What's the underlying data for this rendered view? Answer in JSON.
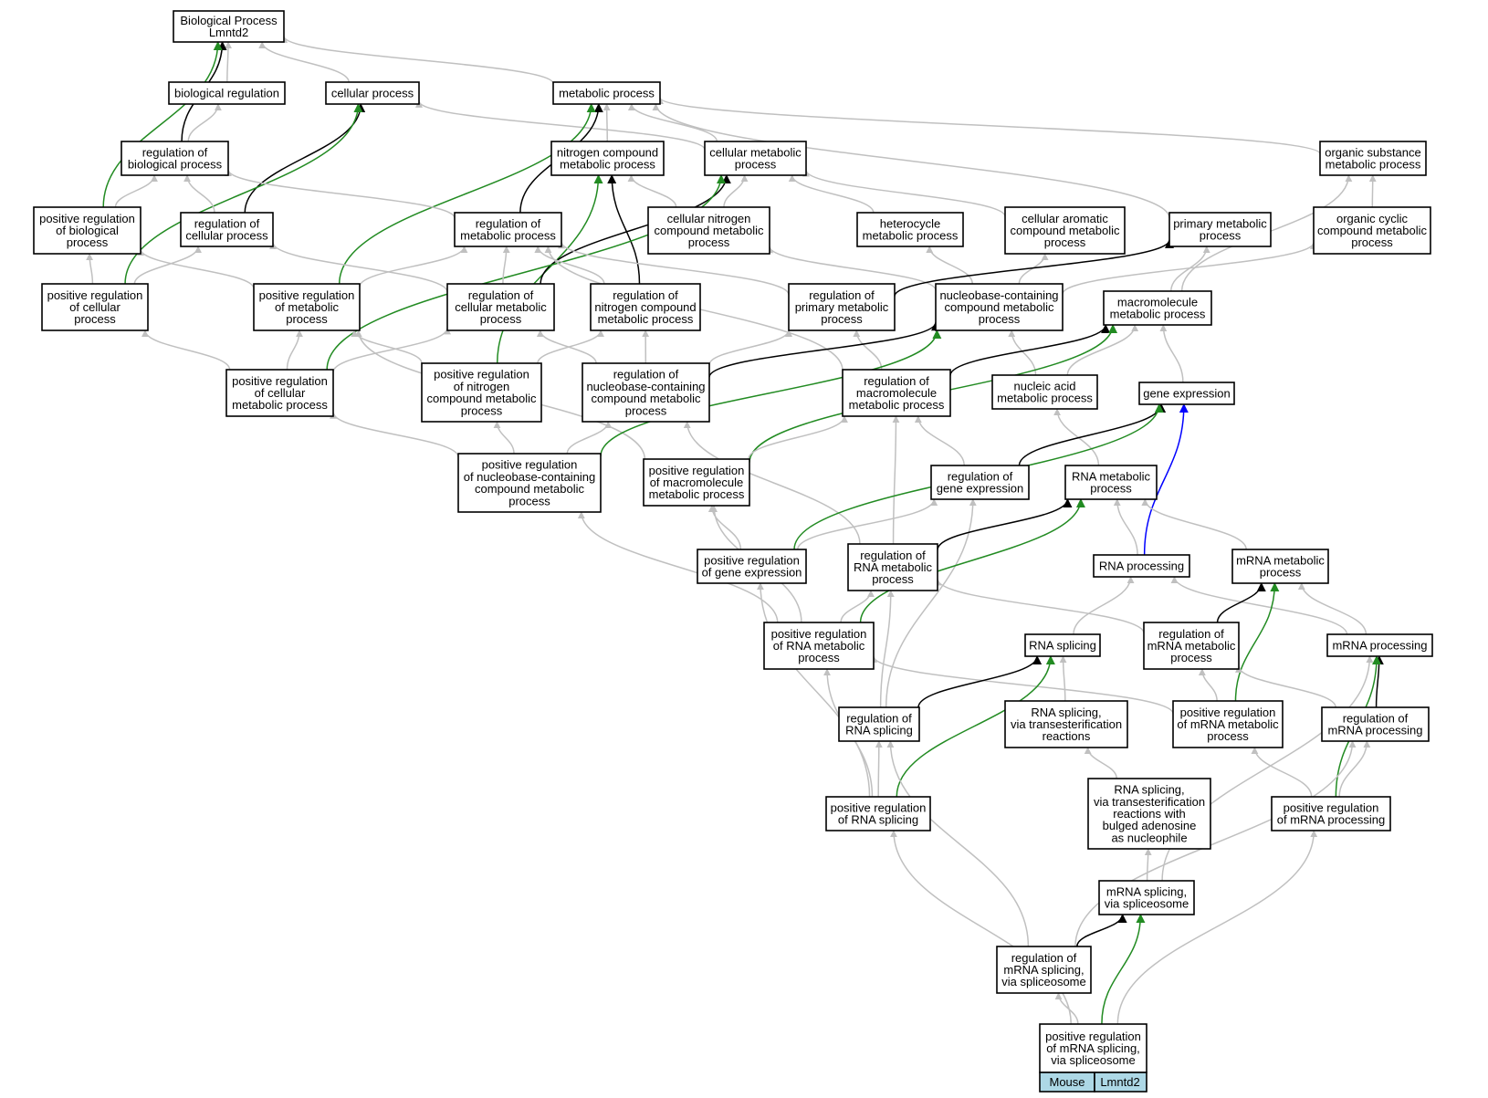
{
  "colors": {
    "is_a": "#c0c0c0",
    "regulates": "#000000",
    "positively_regulates": "#228b22",
    "part_of": "#0000ff",
    "species_fill": "#add8e6"
  },
  "nodes": [
    {
      "id": "root",
      "lines": [
        "Biological Process",
        "Lmntd2"
      ]
    },
    {
      "id": "bioreg",
      "lines": [
        "biological regulation"
      ]
    },
    {
      "id": "cellproc",
      "lines": [
        "cellular process"
      ]
    },
    {
      "id": "metproc",
      "lines": [
        "metabolic process"
      ]
    },
    {
      "id": "regbio",
      "lines": [
        "regulation of",
        "biological process"
      ]
    },
    {
      "id": "nitro",
      "lines": [
        "nitrogen compound",
        "metabolic process"
      ]
    },
    {
      "id": "cellmet",
      "lines": [
        "cellular metabolic",
        "process"
      ]
    },
    {
      "id": "orgsub",
      "lines": [
        "organic substance",
        "metabolic process"
      ]
    },
    {
      "id": "posregbio",
      "lines": [
        "positive regulation",
        "of biological",
        "process"
      ]
    },
    {
      "id": "regcell",
      "lines": [
        "regulation of",
        "cellular process"
      ]
    },
    {
      "id": "regmet",
      "lines": [
        "regulation of",
        "metabolic process"
      ]
    },
    {
      "id": "cellnitro",
      "lines": [
        "cellular nitrogen",
        "compound metabolic",
        "process"
      ]
    },
    {
      "id": "hetero",
      "lines": [
        "heterocycle",
        "metabolic process"
      ]
    },
    {
      "id": "cellarom",
      "lines": [
        "cellular aromatic",
        "compound metabolic",
        "process"
      ]
    },
    {
      "id": "primary",
      "lines": [
        "primary metabolic",
        "process"
      ]
    },
    {
      "id": "orgcyc",
      "lines": [
        "organic cyclic",
        "compound metabolic",
        "process"
      ]
    },
    {
      "id": "posregcell",
      "lines": [
        "positive regulation",
        "of cellular",
        "process"
      ]
    },
    {
      "id": "posregmet",
      "lines": [
        "positive regulation",
        "of metabolic",
        "process"
      ]
    },
    {
      "id": "regcellmet",
      "lines": [
        "regulation of",
        "cellular metabolic",
        "process"
      ]
    },
    {
      "id": "regnitro",
      "lines": [
        "regulation of",
        "nitrogen compound",
        "metabolic process"
      ]
    },
    {
      "id": "regprim",
      "lines": [
        "regulation of",
        "primary metabolic",
        "process"
      ]
    },
    {
      "id": "nucbase",
      "lines": [
        "nucleobase-containing",
        "compound metabolic",
        "process"
      ]
    },
    {
      "id": "macro",
      "lines": [
        "macromolecule",
        "metabolic process"
      ]
    },
    {
      "id": "posregcellmet",
      "lines": [
        "positive regulation",
        "of cellular",
        "metabolic process"
      ]
    },
    {
      "id": "posregnitro",
      "lines": [
        "positive regulation",
        "of nitrogen",
        "compound metabolic",
        "process"
      ]
    },
    {
      "id": "regnucbase",
      "lines": [
        "regulation of",
        "nucleobase-containing",
        "compound metabolic",
        "process"
      ]
    },
    {
      "id": "regmacro",
      "lines": [
        "regulation of",
        "macromolecule",
        "metabolic process"
      ]
    },
    {
      "id": "nucacid",
      "lines": [
        "nucleic acid",
        "metabolic process"
      ]
    },
    {
      "id": "geneexp",
      "lines": [
        "gene expression"
      ]
    },
    {
      "id": "posregnucbase",
      "lines": [
        "positive regulation",
        "of nucleobase-containing",
        "compound metabolic",
        "process"
      ]
    },
    {
      "id": "posregmacro",
      "lines": [
        "positive regulation",
        "of macromolecule",
        "metabolic process"
      ]
    },
    {
      "id": "reggeneexp",
      "lines": [
        "regulation of",
        "gene expression"
      ]
    },
    {
      "id": "rnamet",
      "lines": [
        "RNA metabolic",
        "process"
      ]
    },
    {
      "id": "posreggeneexp",
      "lines": [
        "positive regulation",
        "of gene expression"
      ]
    },
    {
      "id": "regrnamet",
      "lines": [
        "regulation of",
        "RNA metabolic",
        "process"
      ]
    },
    {
      "id": "rnaproc",
      "lines": [
        "RNA processing"
      ]
    },
    {
      "id": "mrnamet",
      "lines": [
        "mRNA metabolic",
        "process"
      ]
    },
    {
      "id": "posregrnamet",
      "lines": [
        "positive regulation",
        "of RNA metabolic",
        "process"
      ]
    },
    {
      "id": "rnasplice",
      "lines": [
        "RNA splicing"
      ]
    },
    {
      "id": "regmrnamet",
      "lines": [
        "regulation of",
        "mRNA metabolic",
        "process"
      ]
    },
    {
      "id": "mrnaproc",
      "lines": [
        "mRNA processing"
      ]
    },
    {
      "id": "regrnasplice",
      "lines": [
        "regulation of",
        "RNA splicing"
      ]
    },
    {
      "id": "rnasplicetrans",
      "lines": [
        "RNA splicing,",
        "via transesterification",
        "reactions"
      ]
    },
    {
      "id": "posregmrnamet",
      "lines": [
        "positive regulation",
        "of mRNA metabolic",
        "process"
      ]
    },
    {
      "id": "regmrnaproc",
      "lines": [
        "regulation of",
        "mRNA processing"
      ]
    },
    {
      "id": "posregrnasplice",
      "lines": [
        "positive regulation",
        "of RNA splicing"
      ]
    },
    {
      "id": "rnasplicebulged",
      "lines": [
        "RNA splicing,",
        "via transesterification",
        "reactions with",
        "bulged adenosine",
        "as nucleophile"
      ]
    },
    {
      "id": "posregmrnaproc",
      "lines": [
        "positive regulation",
        "of mRNA processing"
      ]
    },
    {
      "id": "mrnasplice",
      "lines": [
        "mRNA splicing,",
        "via spliceosome"
      ]
    },
    {
      "id": "regmrnasplice",
      "lines": [
        "regulation of",
        "mRNA splicing,",
        "via spliceosome"
      ]
    },
    {
      "id": "target",
      "lines": [
        "positive regulation",
        "of mRNA splicing,",
        "via spliceosome"
      ]
    }
  ],
  "species_row": {
    "species": "Mouse",
    "gene": "Lmntd2"
  },
  "edges": [
    {
      "s": "bioreg",
      "t": "root",
      "r": "is_a"
    },
    {
      "s": "cellproc",
      "t": "root",
      "r": "is_a"
    },
    {
      "s": "metproc",
      "t": "root",
      "r": "is_a"
    },
    {
      "s": "regbio",
      "t": "root",
      "r": "regulates"
    },
    {
      "s": "posregbio",
      "t": "root",
      "r": "positively_regulates"
    },
    {
      "s": "regbio",
      "t": "bioreg",
      "r": "is_a"
    },
    {
      "s": "cellmet",
      "t": "cellproc",
      "r": "is_a"
    },
    {
      "s": "regcell",
      "t": "cellproc",
      "r": "regulates"
    },
    {
      "s": "posregcell",
      "t": "cellproc",
      "r": "positively_regulates"
    },
    {
      "s": "nitro",
      "t": "metproc",
      "r": "is_a"
    },
    {
      "s": "cellmet",
      "t": "metproc",
      "r": "is_a"
    },
    {
      "s": "orgsub",
      "t": "metproc",
      "r": "is_a"
    },
    {
      "s": "primary",
      "t": "metproc",
      "r": "is_a"
    },
    {
      "s": "regmet",
      "t": "metproc",
      "r": "regulates"
    },
    {
      "s": "posregmet",
      "t": "metproc",
      "r": "positively_regulates"
    },
    {
      "s": "posregbio",
      "t": "regbio",
      "r": "is_a"
    },
    {
      "s": "regcell",
      "t": "regbio",
      "r": "is_a"
    },
    {
      "s": "regmet",
      "t": "regbio",
      "r": "is_a"
    },
    {
      "s": "cellnitro",
      "t": "nitro",
      "r": "is_a"
    },
    {
      "s": "regnitro",
      "t": "nitro",
      "r": "regulates"
    },
    {
      "s": "posregnitro",
      "t": "nitro",
      "r": "positively_regulates"
    },
    {
      "s": "cellnitro",
      "t": "cellmet",
      "r": "is_a"
    },
    {
      "s": "hetero",
      "t": "cellmet",
      "r": "is_a"
    },
    {
      "s": "cellarom",
      "t": "cellmet",
      "r": "is_a"
    },
    {
      "s": "regcellmet",
      "t": "cellmet",
      "r": "regulates"
    },
    {
      "s": "posregcellmet",
      "t": "cellmet",
      "r": "positively_regulates"
    },
    {
      "s": "orgcyc",
      "t": "orgsub",
      "r": "is_a"
    },
    {
      "s": "macro",
      "t": "orgsub",
      "r": "is_a"
    },
    {
      "s": "posregcell",
      "t": "posregbio",
      "r": "is_a"
    },
    {
      "s": "posregmet",
      "t": "posregbio",
      "r": "is_a"
    },
    {
      "s": "regcellmet",
      "t": "regcell",
      "r": "is_a"
    },
    {
      "s": "posregcell",
      "t": "regcell",
      "r": "is_a"
    },
    {
      "s": "posregmet",
      "t": "regmet",
      "r": "is_a"
    },
    {
      "s": "regcellmet",
      "t": "regmet",
      "r": "is_a"
    },
    {
      "s": "regnitro",
      "t": "regmet",
      "r": "is_a"
    },
    {
      "s": "regprim",
      "t": "regmet",
      "r": "is_a"
    },
    {
      "s": "regmacro",
      "t": "regmet",
      "r": "is_a"
    },
    {
      "s": "nucbase",
      "t": "cellnitro",
      "r": "is_a"
    },
    {
      "s": "nucbase",
      "t": "hetero",
      "r": "is_a"
    },
    {
      "s": "nucbase",
      "t": "cellarom",
      "r": "is_a"
    },
    {
      "s": "nucbase",
      "t": "orgcyc",
      "r": "is_a"
    },
    {
      "s": "regprim",
      "t": "primary",
      "r": "regulates"
    },
    {
      "s": "macro",
      "t": "primary",
      "r": "is_a"
    },
    {
      "s": "posregcellmet",
      "t": "posregcell",
      "r": "is_a"
    },
    {
      "s": "posregcellmet",
      "t": "posregmet",
      "r": "is_a"
    },
    {
      "s": "posregnitro",
      "t": "posregmet",
      "r": "is_a"
    },
    {
      "s": "posregmacro",
      "t": "posregmet",
      "r": "is_a"
    },
    {
      "s": "posregcellmet",
      "t": "regcellmet",
      "r": "is_a"
    },
    {
      "s": "regnucbase",
      "t": "regcellmet",
      "r": "is_a"
    },
    {
      "s": "posregnitro",
      "t": "regnitro",
      "r": "is_a"
    },
    {
      "s": "regnucbase",
      "t": "regnitro",
      "r": "is_a"
    },
    {
      "s": "regnucbase",
      "t": "regprim",
      "r": "is_a"
    },
    {
      "s": "regmacro",
      "t": "regprim",
      "r": "is_a"
    },
    {
      "s": "nucacid",
      "t": "nucbase",
      "r": "is_a"
    },
    {
      "s": "regnucbase",
      "t": "nucbase",
      "r": "regulates"
    },
    {
      "s": "posregnucbase",
      "t": "nucbase",
      "r": "positively_regulates"
    },
    {
      "s": "nucacid",
      "t": "macro",
      "r": "is_a"
    },
    {
      "s": "geneexp",
      "t": "macro",
      "r": "is_a"
    },
    {
      "s": "regmacro",
      "t": "macro",
      "r": "regulates"
    },
    {
      "s": "posregmacro",
      "t": "macro",
      "r": "positively_regulates"
    },
    {
      "s": "posregnucbase",
      "t": "posregcellmet",
      "r": "is_a"
    },
    {
      "s": "posregnucbase",
      "t": "posregnitro",
      "r": "is_a"
    },
    {
      "s": "posregnucbase",
      "t": "regnucbase",
      "r": "is_a"
    },
    {
      "s": "regrnamet",
      "t": "regnucbase",
      "r": "is_a"
    },
    {
      "s": "reggeneexp",
      "t": "regmacro",
      "r": "is_a"
    },
    {
      "s": "posregmacro",
      "t": "regmacro",
      "r": "is_a"
    },
    {
      "s": "regrnamet",
      "t": "regmacro",
      "r": "is_a"
    },
    {
      "s": "rnamet",
      "t": "nucacid",
      "r": "is_a"
    },
    {
      "s": "reggeneexp",
      "t": "geneexp",
      "r": "regulates"
    },
    {
      "s": "posreggeneexp",
      "t": "geneexp",
      "r": "positively_regulates"
    },
    {
      "s": "rnaproc",
      "t": "geneexp",
      "r": "part_of"
    },
    {
      "s": "posregrnamet",
      "t": "posregnucbase",
      "r": "is_a"
    },
    {
      "s": "posreggeneexp",
      "t": "posregmacro",
      "r": "is_a"
    },
    {
      "s": "posregrnamet",
      "t": "posregmacro",
      "r": "is_a"
    },
    {
      "s": "posreggeneexp",
      "t": "reggeneexp",
      "r": "is_a"
    },
    {
      "s": "regrnasplice",
      "t": "reggeneexp",
      "r": "is_a"
    },
    {
      "s": "rnaproc",
      "t": "rnamet",
      "r": "is_a"
    },
    {
      "s": "mrnamet",
      "t": "rnamet",
      "r": "is_a"
    },
    {
      "s": "regrnamet",
      "t": "rnamet",
      "r": "regulates"
    },
    {
      "s": "posregrnamet",
      "t": "rnamet",
      "r": "positively_regulates"
    },
    {
      "s": "posregrnasplice",
      "t": "posreggeneexp",
      "r": "is_a"
    },
    {
      "s": "posregrnamet",
      "t": "regrnamet",
      "r": "is_a"
    },
    {
      "s": "regrnasplice",
      "t": "regrnamet",
      "r": "is_a"
    },
    {
      "s": "regmrnamet",
      "t": "regrnamet",
      "r": "is_a"
    },
    {
      "s": "rnasplice",
      "t": "rnaproc",
      "r": "is_a"
    },
    {
      "s": "mrnaproc",
      "t": "rnaproc",
      "r": "is_a"
    },
    {
      "s": "mrnaproc",
      "t": "mrnamet",
      "r": "is_a"
    },
    {
      "s": "regmrnamet",
      "t": "mrnamet",
      "r": "regulates"
    },
    {
      "s": "posregmrnamet",
      "t": "mrnamet",
      "r": "positively_regulates"
    },
    {
      "s": "posregrnasplice",
      "t": "posregrnamet",
      "r": "is_a"
    },
    {
      "s": "posregmrnamet",
      "t": "posregrnamet",
      "r": "is_a"
    },
    {
      "s": "rnasplicetrans",
      "t": "rnasplice",
      "r": "is_a"
    },
    {
      "s": "regrnasplice",
      "t": "rnasplice",
      "r": "regulates"
    },
    {
      "s": "posregrnasplice",
      "t": "rnasplice",
      "r": "positively_regulates"
    },
    {
      "s": "posregmrnamet",
      "t": "regmrnamet",
      "r": "is_a"
    },
    {
      "s": "regmrnaproc",
      "t": "regmrnamet",
      "r": "is_a"
    },
    {
      "s": "regmrnaproc",
      "t": "mrnaproc",
      "r": "regulates"
    },
    {
      "s": "posregmrnaproc",
      "t": "mrnaproc",
      "r": "positively_regulates"
    },
    {
      "s": "mrnasplice",
      "t": "mrnaproc",
      "r": "is_a"
    },
    {
      "s": "posregrnasplice",
      "t": "regrnasplice",
      "r": "is_a"
    },
    {
      "s": "regmrnasplice",
      "t": "regrnasplice",
      "r": "is_a"
    },
    {
      "s": "rnasplicebulged",
      "t": "rnasplicetrans",
      "r": "is_a"
    },
    {
      "s": "posregmrnaproc",
      "t": "posregmrnamet",
      "r": "is_a"
    },
    {
      "s": "posregmrnaproc",
      "t": "regmrnaproc",
      "r": "is_a"
    },
    {
      "s": "regmrnasplice",
      "t": "regmrnaproc",
      "r": "is_a"
    },
    {
      "s": "target",
      "t": "posregrnasplice",
      "r": "is_a"
    },
    {
      "s": "mrnasplice",
      "t": "rnasplicebulged",
      "r": "is_a"
    },
    {
      "s": "target",
      "t": "posregmrnaproc",
      "r": "is_a"
    },
    {
      "s": "regmrnasplice",
      "t": "mrnasplice",
      "r": "regulates"
    },
    {
      "s": "target",
      "t": "mrnasplice",
      "r": "positively_regulates"
    },
    {
      "s": "target",
      "t": "regmrnasplice",
      "r": "is_a"
    }
  ]
}
